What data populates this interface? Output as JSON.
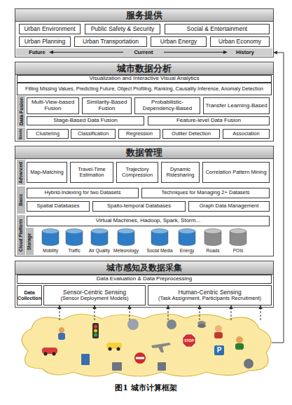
{
  "diagram": {
    "caption": "图1 城市计算框架",
    "nodes": [
      {
        "text": [
          "服务提供"
        ]
      },
      {
        "text": [
          "Urban Environment"
        ],
        "in": 0
      },
      {
        "text": [
          "Public Safety & Security"
        ],
        "in": 0
      },
      {
        "text": [
          "Social & Entertainment"
        ],
        "in": 0
      },
      {
        "text": [
          "Urban Planning"
        ],
        "in": 0
      },
      {
        "text": [
          "Urban Transportation"
        ],
        "in": 0
      },
      {
        "text": [
          "Urban Energy"
        ],
        "in": 0
      },
      {
        "text": [
          "Urban Economy"
        ],
        "in": 0
      },
      {
        "text": [
          "城市数据分析"
        ]
      },
      {
        "text": [
          "Visualization and Interactive Visual Analytics"
        ],
        "in": 8
      },
      {
        "text": [
          "Filling Missing Values, Predicting Future, Object Profiling, Ranking, Causality Inference, Anomaly Detection"
        ],
        "in": 8
      },
      {
        "text": [
          "Data Fusion"
        ],
        "in": 8
      },
      {
        "text": [
          "Multi-View-based Fusion"
        ],
        "in": 11
      },
      {
        "text": [
          "Similarity-Based Fusion"
        ],
        "in": 11
      },
      {
        "text": [
          "Probabilistic-Dependency-Based"
        ],
        "in": 11
      },
      {
        "text": [
          "Transfer Learning-Based"
        ],
        "in": 11
      },
      {
        "text": [
          "Stage-Based Data Fusion"
        ],
        "in": 11
      },
      {
        "text": [
          "Feature-level Data Fusion"
        ],
        "in": 11
      },
      {
        "text": [
          "Basic"
        ],
        "in": 8
      },
      {
        "text": [
          "Clustering"
        ],
        "in": 18
      },
      {
        "text": [
          "Classification"
        ],
        "in": 18
      },
      {
        "text": [
          "Regression"
        ],
        "in": 18
      },
      {
        "text": [
          "Outlier Detection"
        ],
        "in": 18
      },
      {
        "text": [
          "Association"
        ],
        "in": 18
      },
      {
        "text": [
          "数据管理"
        ]
      },
      {
        "text": [
          "Advanced"
        ],
        "in": 24
      },
      {
        "text": [
          "Map-Matching"
        ],
        "in": 25
      },
      {
        "text": [
          "Travel-Time Estimation"
        ],
        "in": 25
      },
      {
        "text": [
          "Trajectory Compression"
        ],
        "in": 25
      },
      {
        "text": [
          "Dynamic Ridesharing"
        ],
        "in": 25
      },
      {
        "text": [
          "Correlation Pattern Mining"
        ],
        "in": 25
      },
      {
        "text": [
          "Basic"
        ],
        "in": 24
      },
      {
        "text": [
          "Hybrid-Indexing for two Datasets"
        ],
        "in": 31
      },
      {
        "text": [
          "Techniques for Managing 2+ Datasets"
        ],
        "in": 31
      },
      {
        "text": [
          "Spatial Databases"
        ],
        "in": 31
      },
      {
        "text": [
          "Spaito-temporal Databases"
        ],
        "in": 31
      },
      {
        "text": [
          "Graph Data Management"
        ],
        "in": 31
      },
      {
        "text": [
          "Cloud Platform"
        ],
        "in": 24
      },
      {
        "text": [
          "Virtual Machines, Hadoop, Spark, Storm..."
        ],
        "in": 37
      },
      {
        "text": [
          "Storage"
        ],
        "in": 37
      },
      {
        "text": [
          "Mobility"
        ],
        "in": 39
      },
      {
        "text": [
          "Traffic"
        ],
        "in": 39
      },
      {
        "text": [
          "Air Quality"
        ],
        "in": 39
      },
      {
        "text": [
          "Meteorology"
        ],
        "in": 39
      },
      {
        "text": [
          "Social Media"
        ],
        "in": 39
      },
      {
        "text": [
          "Energy"
        ],
        "in": 39
      },
      {
        "text": [
          "Roads"
        ],
        "in": 39
      },
      {
        "text": [
          "POIs"
        ],
        "in": 39
      },
      {
        "text": [
          "城市感知及数据采集"
        ]
      },
      {
        "text": [
          "Data Evaluation & Data Preprocessing"
        ],
        "in": 48
      },
      {
        "text": [
          "Data Collection"
        ],
        "in": 48
      },
      {
        "text": [
          "Sensor-Centric Sensing",
          "(Sensor Deployment Models)"
        ],
        "in": 48
      },
      {
        "text": [
          "Human-Centric Sensing",
          "(Task Assignment, Participants Recruitment)"
        ],
        "in": 48
      },
      {
        "text": [
          "STOP",
          "P"
        ]
      }
    ],
    "edges": [
      {
        "from": 53,
        "to": 51,
        "arrow": "to"
      },
      {
        "from": 53,
        "to": 51,
        "arrow": "to"
      },
      {
        "from": 53,
        "to": 51,
        "arrow": "to"
      },
      {
        "from": 53,
        "to": 52,
        "arrow": "to"
      },
      {
        "from": 53,
        "to": 52,
        "arrow": "to"
      },
      {
        "from": 53,
        "to": 52,
        "arrow": "to"
      },
      {
        "from": 53,
        "to": 52,
        "arrow": "to"
      },
      {
        "from": 53,
        "to": 0,
        "arrow": "to"
      }
    ],
    "labels": [
      "Future",
      "Current",
      "History"
    ]
  }
}
